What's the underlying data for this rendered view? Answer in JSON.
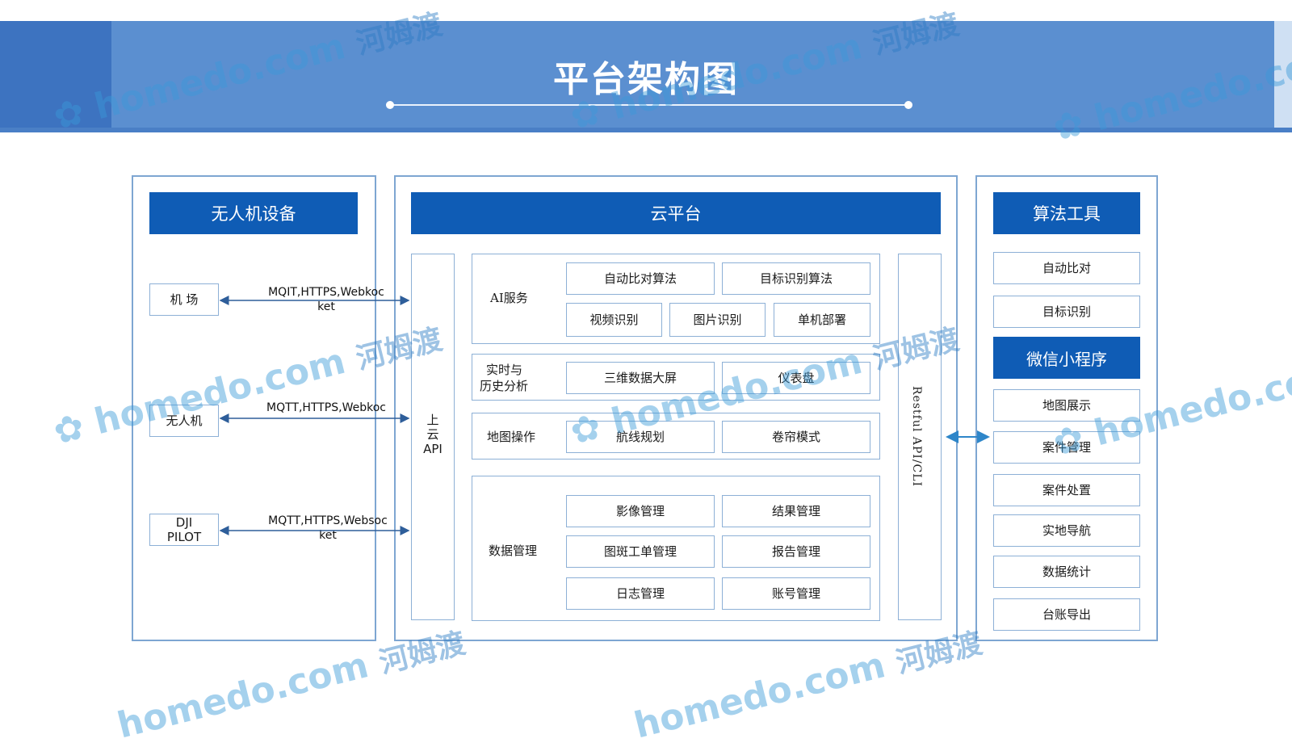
{
  "header": {
    "title": "平台架构图"
  },
  "left_panel": {
    "title": "无人机设备",
    "devices": [
      {
        "label": "机 场",
        "protocol_line1": "MQIT,HTTPS,Webkoc",
        "protocol_line2": "ket"
      },
      {
        "label": "无人机",
        "protocol_line1": "MQTT,HTTPS,Webkoc",
        "protocol_line2": ""
      },
      {
        "label_line1": "DJI",
        "label_line2": "PILOT",
        "protocol_line1": "MQTT,HTTPS,Websoc",
        "protocol_line2": "ket"
      }
    ]
  },
  "cloud_panel": {
    "title": "云平台",
    "upload_api": {
      "line1": "上",
      "line2": "云",
      "line3": "API"
    },
    "restful_label": "Restful API/CLI",
    "groups": {
      "ai": {
        "label": "AI服务",
        "items": [
          "自动比对算法",
          "目标识别算法",
          "视频识别",
          "图片识别",
          "单机部署"
        ]
      },
      "realtime": {
        "label_line1": "实时与",
        "label_line2": "历史分析",
        "items": [
          "三维数据大屏",
          "仪表盘"
        ]
      },
      "map": {
        "label": "地图操作",
        "items": [
          "航线规划",
          "卷帘模式"
        ]
      },
      "data": {
        "label": "数据管理",
        "items": [
          "影像管理",
          "结果管理",
          "图斑工单管理",
          "报告管理",
          "日志管理",
          "账号管理"
        ]
      }
    }
  },
  "right_panel": {
    "title": "算法工具",
    "algo_items": [
      "自动比对",
      "目标识别"
    ],
    "mini_title": "微信小程序",
    "mini_items": [
      "地图展示",
      "案件管理",
      "案件处置",
      "实地导航",
      "数据统计",
      "台账导出"
    ]
  },
  "watermark": {
    "brand": "homedo.com",
    "cn": "河姆渡"
  },
  "colors": {
    "header_blue": "#5b8fd0",
    "panel_head_blue": "#0f5cb5",
    "border_blue": "#7ea6d2",
    "arrow_blue": "#2e86c9"
  },
  "icons": [
    "double-arrow-icon",
    "watermark-flower-icon"
  ]
}
